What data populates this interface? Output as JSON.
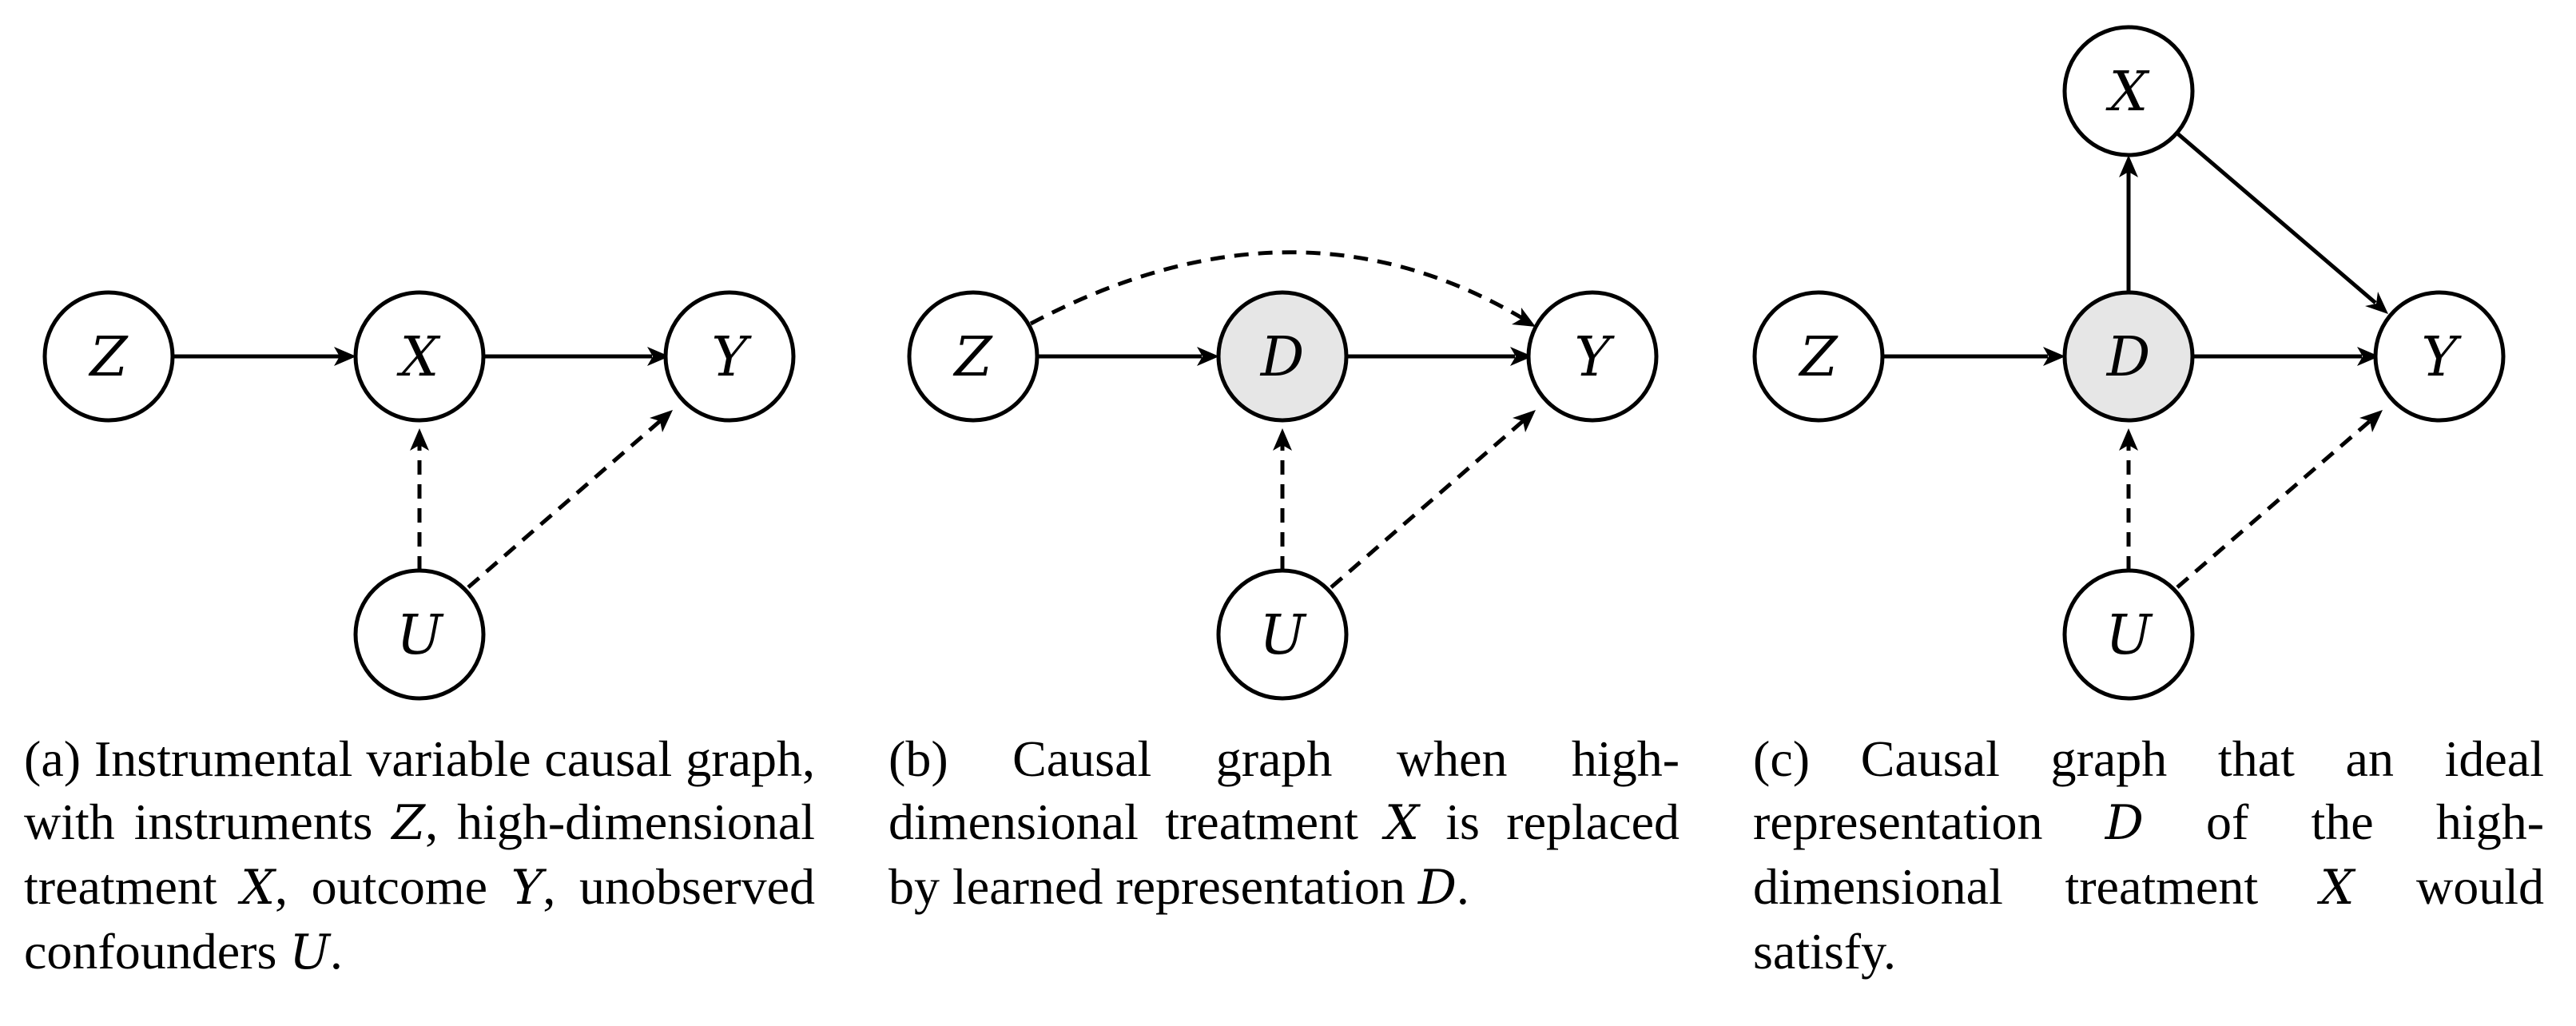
{
  "panels": [
    {
      "nodes": {
        "z": "Z",
        "x": "X",
        "y": "Y",
        "u": "U"
      },
      "caption": [
        {
          "t": "(a) Instrumental variable causal graph, with instruments "
        },
        {
          "m": "Z"
        },
        {
          "t": ", high-dimensional treatment "
        },
        {
          "m": "X"
        },
        {
          "t": ", outcome "
        },
        {
          "m": "Y"
        },
        {
          "t": ", unobserved confounders "
        },
        {
          "m": "U"
        },
        {
          "t": "."
        }
      ]
    },
    {
      "nodes": {
        "z": "Z",
        "d": "D",
        "y": "Y",
        "u": "U"
      },
      "caption": [
        {
          "t": "(b) Causal graph when high-dimensional treatment "
        },
        {
          "m": "X"
        },
        {
          "t": " is replaced by learned representation "
        },
        {
          "m": "D"
        },
        {
          "t": "."
        }
      ]
    },
    {
      "nodes": {
        "x": "X",
        "z": "Z",
        "d": "D",
        "y": "Y",
        "u": "U"
      },
      "caption": [
        {
          "t": "(c) Causal graph that an ideal representation "
        },
        {
          "m": "D"
        },
        {
          "t": " of the high-dimensional treatment "
        },
        {
          "m": "X"
        },
        {
          "t": " would satisfy."
        }
      ]
    }
  ],
  "colors": {
    "node_fill": "#ffffff",
    "shaded_fill": "#e6e6e6",
    "stroke": "#000000"
  }
}
